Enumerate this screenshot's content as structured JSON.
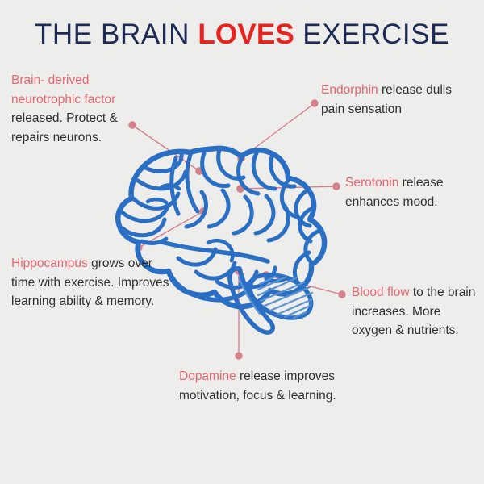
{
  "page": {
    "background_color": "#ededec",
    "navy": "#1d2b55",
    "red": "#e8231f",
    "salmon": "#e8676e",
    "connector_color": "#d4818c",
    "brain_blue": "#2a6fc4",
    "body_text_color": "#2f2f2f"
  },
  "title": {
    "part1": "THE BRAIN ",
    "accent": "LOVES",
    "part2": " EXERCISE",
    "full_text": "THE BRAIN LOVES EXERCISE"
  },
  "callouts": [
    {
      "id": "bdnf",
      "highlight": "Brain- derived neurotrophic factor",
      "body": " released. Protect & repairs neurons.",
      "full_text": "Brain- derived neurotrophic factor released. Protect & repairs neurons."
    },
    {
      "id": "hippocampus",
      "highlight": "Hippocampus",
      "body": " grows over time with exercise. Improves learning ability & memory.",
      "full_text": "Hippocampus grows over time with exercise. Improves learning ability & memory."
    },
    {
      "id": "endorphin",
      "highlight": "Endorphin",
      "body": " release dulls pain sensation",
      "full_text": "Endorphin release dulls pain sensation"
    },
    {
      "id": "serotonin",
      "highlight": "Serotonin",
      "body": " release enhances mood.",
      "full_text": "Serotonin release enhances mood."
    },
    {
      "id": "bloodflow",
      "highlight": "Blood flow",
      "body": " to the brain increases. More oxygen & nutrients.",
      "full_text": "Blood flow to the brain increases. More oxygen & nutrients."
    },
    {
      "id": "dopamine",
      "highlight": "Dopamine",
      "body": " release improves motivation, focus & learning.",
      "full_text": "Dopamine release improves motivation, focus & learning."
    }
  ],
  "illustration": {
    "name": "brain-lateral-view-line-art",
    "description": "Blue line-art human brain in lateral view with gyri folds, hatched cerebellum and brainstem"
  }
}
